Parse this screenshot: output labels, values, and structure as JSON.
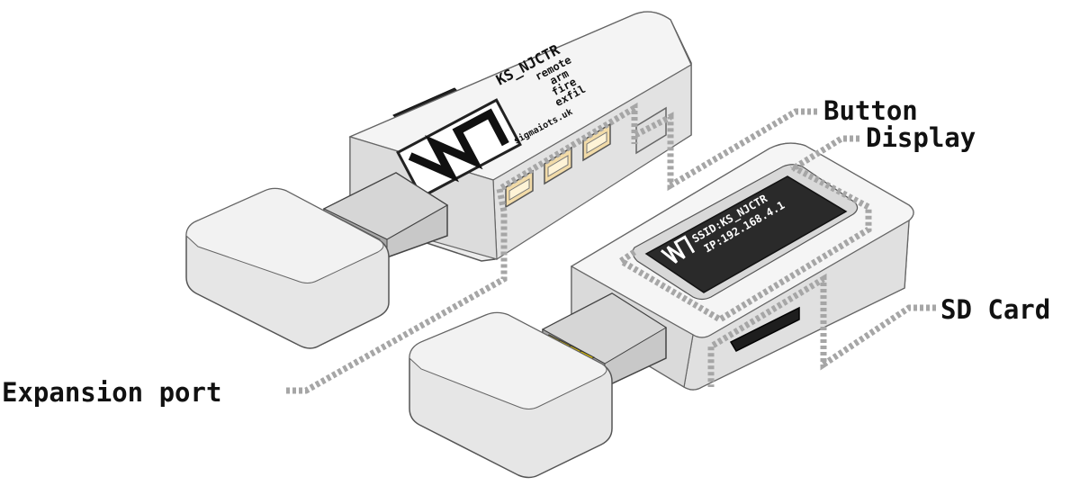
{
  "device_top": {
    "name_label": "KS_NJCTR",
    "feature_lines": [
      "remote",
      "arm",
      "fire",
      "exfil"
    ],
    "website": "sigmaiots.uk"
  },
  "device_screen": {
    "ssid_line": "SSID:KS_NJCTR",
    "ip_line": "IP:192.168.4.1"
  },
  "callouts": {
    "button": "Button",
    "display": "Display",
    "sd_card": "SD Card",
    "expansion_port": "Expansion port"
  },
  "colors": {
    "leader_dots": "#a6a6a6",
    "screen": "#2a2a2a",
    "usb_contacts": "#e8c700"
  }
}
